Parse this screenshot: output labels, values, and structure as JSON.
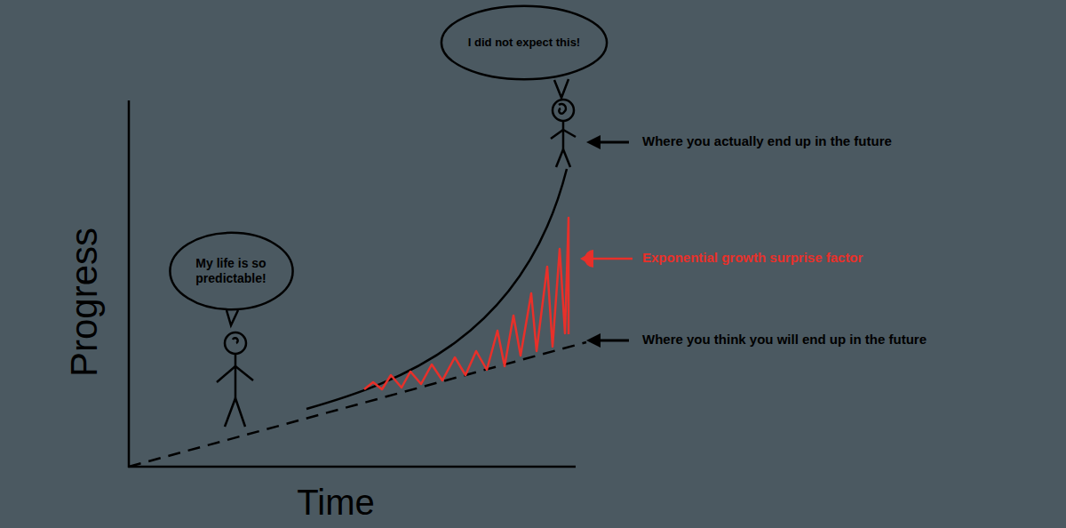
{
  "diagram": {
    "nodes": [
      {
        "text": [
          "I did not expect this!"
        ]
      },
      {
        "text": [
          "My life is so predictable!"
        ]
      }
    ],
    "labels": [
      "Where you actually end up in the future",
      "Progress",
      "Exponential growth surprise factor",
      "Where you think you will end up in the future",
      "Time"
    ]
  }
}
